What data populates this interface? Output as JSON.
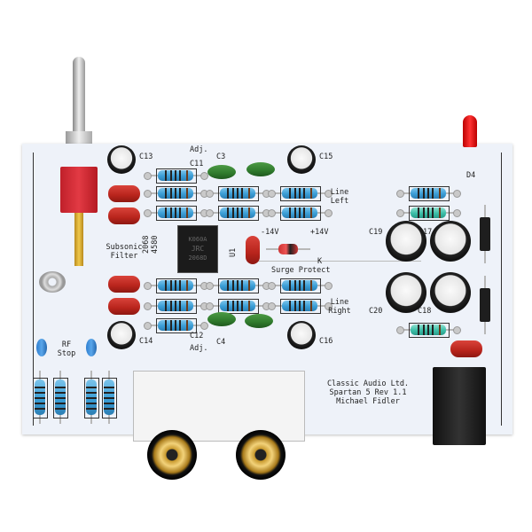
{
  "board": {
    "color": "#eef2f9",
    "labels": {
      "c13": "C13",
      "c15": "C15",
      "c14": "C14",
      "c16": "C16",
      "c11": "C11",
      "c12": "C12",
      "c3": "C3",
      "c4": "C4",
      "adj_top": "Adj.",
      "adj_bottom": "Adj.",
      "line_left": [
        "Line",
        "Left"
      ],
      "line_right": [
        "Line",
        "Right"
      ],
      "subsonic": [
        "Subsonic",
        "Filter"
      ],
      "opamp_options": [
        "2068",
        "4580"
      ],
      "u1": "U1",
      "minus14": "-14V",
      "plus14": "+14V",
      "k": "K",
      "surge": "Surge Protect",
      "c19": "C19",
      "c17": "17",
      "c20": "C20",
      "c18": "C18",
      "d4": "D4",
      "rf_stop": [
        "RF",
        "Stop"
      ],
      "credits": [
        "Classic Audio Ltd.",
        "Spartan 5 Rev 1.1",
        "Michael Fidler"
      ]
    },
    "ic_marking": [
      "K060A",
      "JRC",
      "2068D"
    ]
  }
}
